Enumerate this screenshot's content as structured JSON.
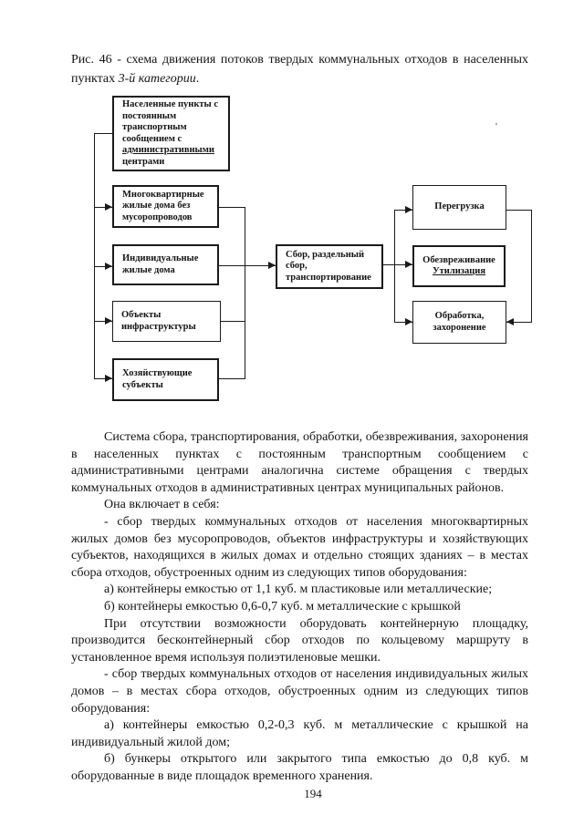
{
  "figure_caption": {
    "text": "Рис. 46 - схема движения потоков твердых коммунальных отходов в населенных пунктах ",
    "italic": "3-й категории",
    "suffix": "."
  },
  "diagram": {
    "artifact_mark": "'",
    "nodes": {
      "settlements": {
        "lines": [
          "Населенные пункты с",
          "постоянным",
          "транспортным",
          "сообщением с",
          {
            "text": "административными",
            "underline": true
          },
          "центрами"
        ]
      },
      "apartment_buildings": {
        "lines": [
          "Многоквартирные",
          "жилые дома без",
          "мусоропроводов"
        ]
      },
      "individual_houses": {
        "lines": [
          "Индивидуальные",
          "жилые дома"
        ]
      },
      "infrastructure": {
        "lines": [
          "Объекты",
          "инфраструктуры"
        ]
      },
      "business_entities": {
        "lines": [
          "Хозяйствующие",
          "субъекты"
        ]
      },
      "collection": {
        "lines": [
          "Сбор, раздельный",
          "сбор,",
          "транспортирование"
        ]
      },
      "transshipment": {
        "lines": [
          "Перегрузка"
        ]
      },
      "neutralization": {
        "lines": [
          "Обезвреживание",
          {
            "text": "Утилизация",
            "underline": true
          }
        ]
      },
      "treatment_burial": {
        "lines": [
          "Обработка,",
          "захоронение"
        ]
      }
    }
  },
  "body": {
    "paragraphs": [
      {
        "text": "Система сбора, транспортирования, обработки, обезвреживания, захоронения в населенных пунктах с постоянным транспортным сообщением с административными центрами аналогична системе обращения с твердых коммунальных отходов в административных центрах муниципальных районов."
      },
      {
        "text": "Она включает в себя:"
      },
      {
        "text": "- сбор твердых коммунальных отходов от населения многоквартирных жилых домов без мусоропроводов, объектов инфраструктуры и хозяйствующих субъектов, находящихся в жилых домах и отдельно стоящих зданиях – в местах сбора отходов, обустроенных одним из следующих типов оборудования:"
      },
      {
        "text": "а) контейнеры емкостью от 1,1 куб. м пластиковые или металлические;"
      },
      {
        "text": "б) контейнеры емкостью 0,6-0,7 куб. м металлические с крышкой"
      },
      {
        "text": "При отсутствии возможности оборудовать контейнерную площадку, производится бесконтейнерный сбор отходов по кольцевому маршруту в установленное время используя полиэтиленовые мешки."
      },
      {
        "text": "- сбор твердых коммунальных отходов от населения индивидуальных жилых домов – в местах сбора отходов, обустроенных одним из следующих типов оборудования:"
      },
      {
        "text": "а) контейнеры емкостью 0,2-0,3 куб. м металлические с крышкой на индивидуальный жилой дом;"
      },
      {
        "text": "б) бункеры открытого или закрытого типа емкостью до 0,8 куб. м оборудованные в виде площадок временного хранения."
      }
    ]
  },
  "page_number": "194"
}
